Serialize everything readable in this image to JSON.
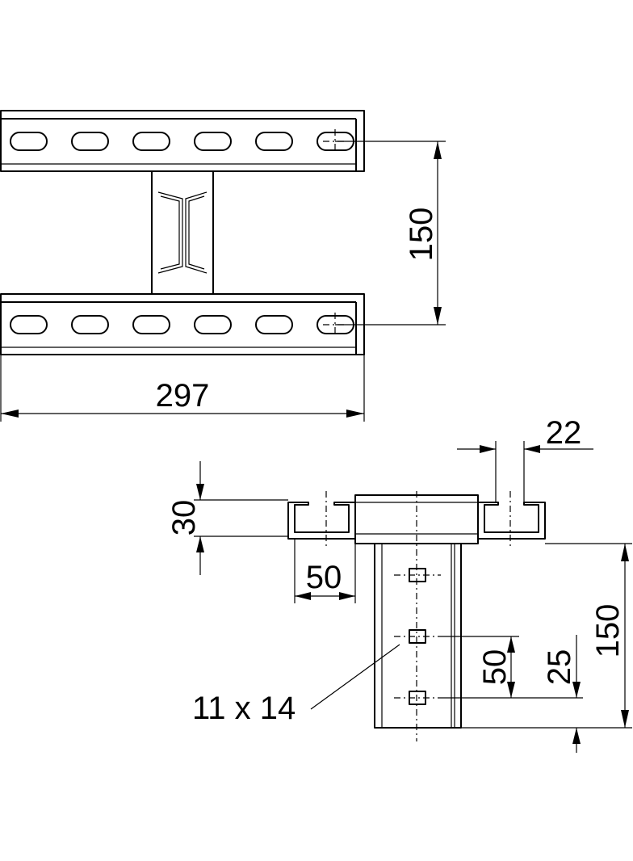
{
  "dimensions": {
    "top_height": "150",
    "top_width": "297",
    "slot_width": "22",
    "flange_height": "30",
    "channel_width": "50",
    "post_height": "150",
    "hole_pitch": "50",
    "hole_offset": "25",
    "hole_size": "11 x 14"
  }
}
